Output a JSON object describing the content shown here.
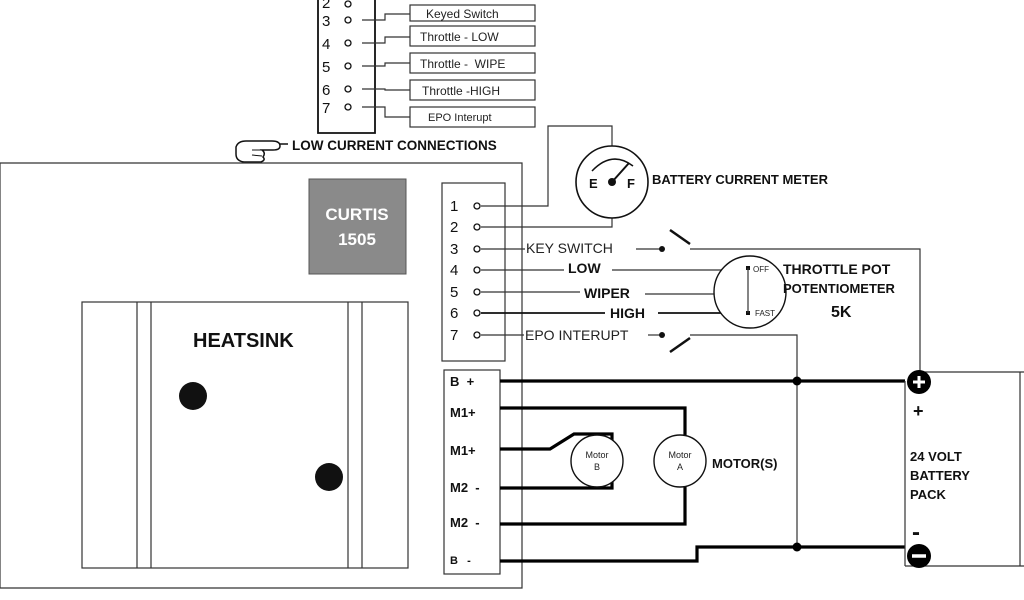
{
  "low_current": {
    "pins": [
      "2",
      "3",
      "4",
      "5",
      "6",
      "7"
    ],
    "labels": [
      "Keyed Switch",
      "Throttle - LOW",
      "Throttle -  WIPE",
      "Throttle -HIGH",
      "EPO Interupt"
    ],
    "heading": "LOW CURRENT CONNECTIONS",
    "pointer_icon": "pointing-hand-icon"
  },
  "controller": {
    "badge_line1": "CURTIS",
    "badge_line2": "1505",
    "heatsink_label": "HEATSINK",
    "badge_color": "#8a8a8a"
  },
  "connector": {
    "pins": [
      "1",
      "2",
      "3",
      "4",
      "5",
      "6",
      "7"
    ]
  },
  "meter": {
    "empty_label": "E",
    "full_label": "F",
    "title": "BATTERY CURRENT METER"
  },
  "signals": {
    "key_switch": "KEY SWITCH",
    "low": "LOW",
    "wiper": "WIPER",
    "high": "HIGH",
    "epo": "EPO INTERUPT"
  },
  "throttle": {
    "off": "OFF",
    "fast": "FAST",
    "title_line1": "THROTTLE POT",
    "title_line2": "POTENTIOMETER",
    "title_line3": "5K"
  },
  "power_terminals": [
    "B  +",
    "M1+",
    "M1+",
    "M2  -",
    "M2  -",
    "B   -"
  ],
  "motors": {
    "b_line1": "Motor",
    "b_line2": "B",
    "a_line1": "Motor",
    "a_line2": "A",
    "label": "MOTOR(S)"
  },
  "battery": {
    "plus": "+",
    "minus": "-",
    "line1": "24 VOLT",
    "line2": "BATTERY",
    "line3": "PACK"
  }
}
